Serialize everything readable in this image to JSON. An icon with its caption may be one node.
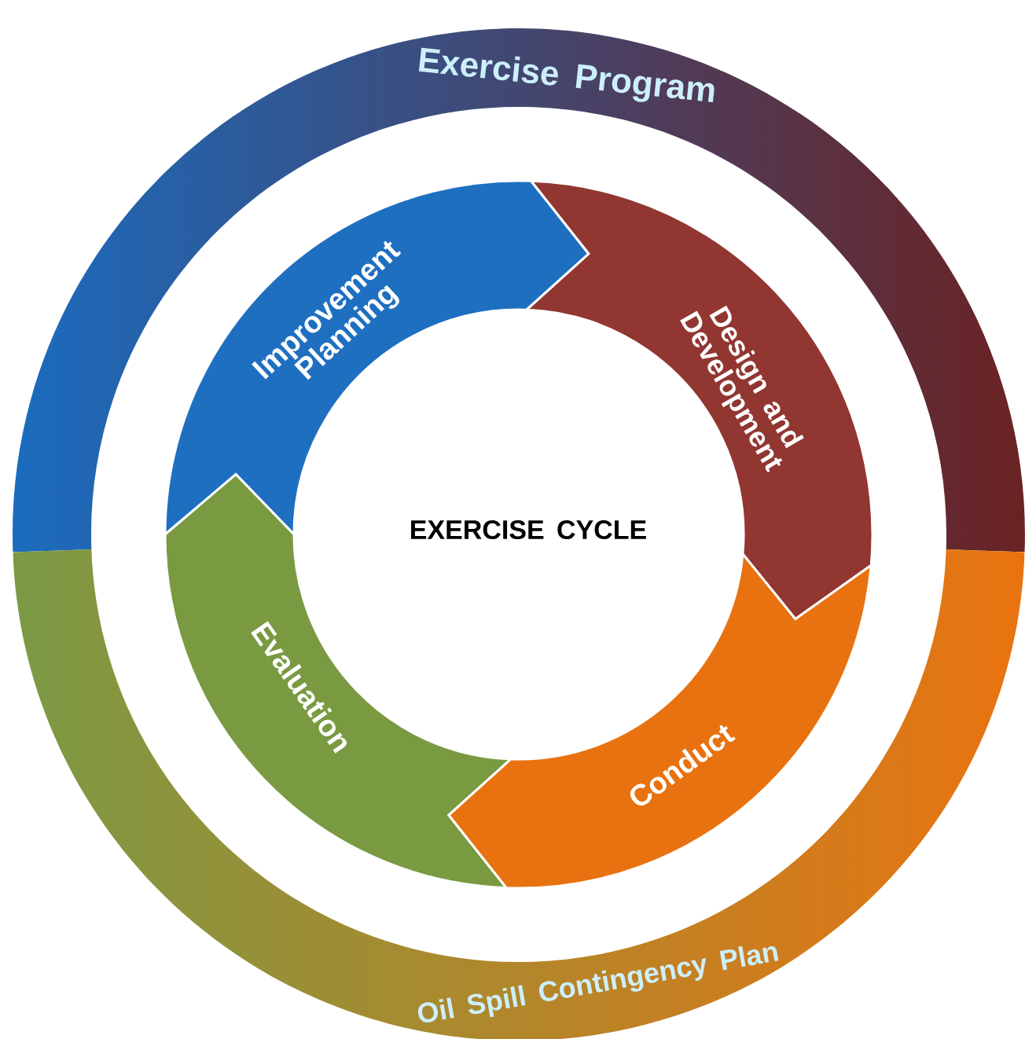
{
  "diagram": {
    "nodes": [
      {
        "text": [
          "Exercise Program"
        ]
      },
      {
        "text": [
          "Improvement Planning"
        ]
      },
      {
        "text": [
          "Design and Development"
        ]
      },
      {
        "text": [
          "EXERCISE CYCLE"
        ]
      },
      {
        "text": [
          "Evaluation"
        ]
      },
      {
        "text": [
          "Conduct"
        ]
      },
      {
        "text": [
          "Oil Spill Contingency Plan"
        ]
      }
    ]
  }
}
